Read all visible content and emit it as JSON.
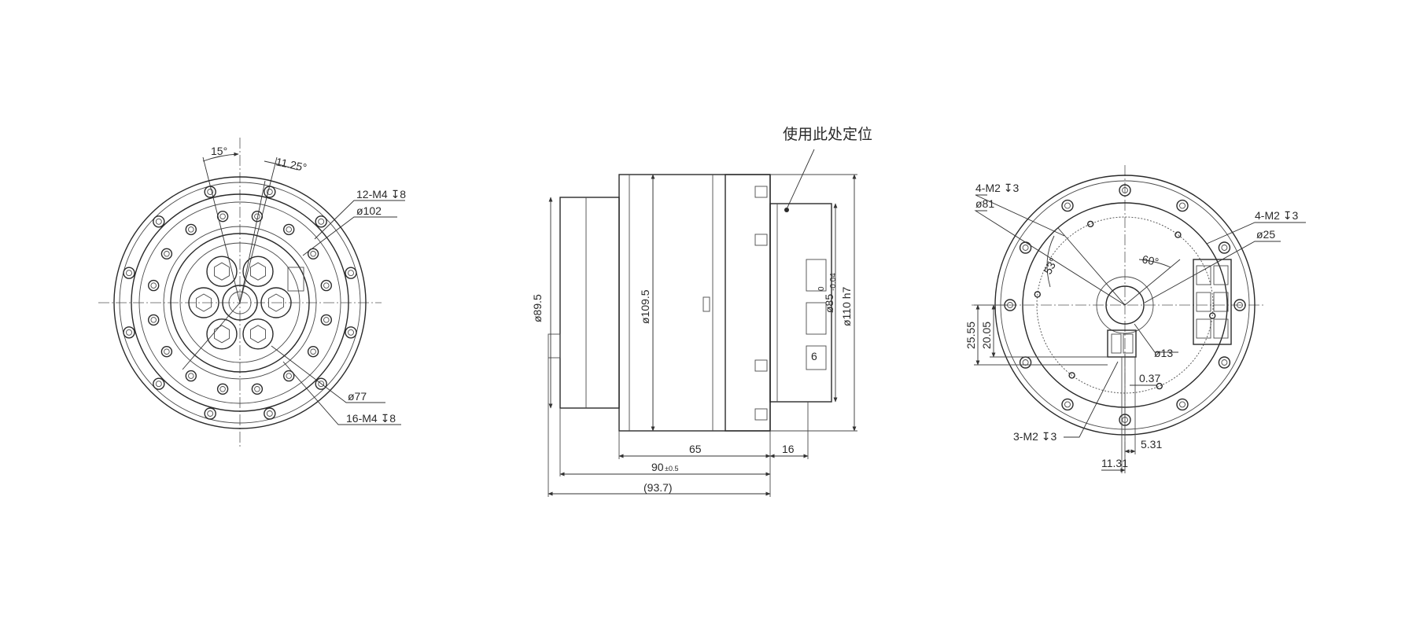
{
  "note_label": "使用此处定位",
  "front_view": {
    "angle_a": "15°",
    "angle_b": "11.25°",
    "thread_outer": "12-M4 ↧8",
    "dia_outer": "ø102",
    "dia_inner": "ø77",
    "thread_inner": "16-M4 ↧8"
  },
  "side_view": {
    "dia_left": "ø89.5",
    "dia_body": "ø109.5",
    "dia_pilot": "ø85",
    "dia_pilot_tol_upper": "0",
    "dia_pilot_tol_lower": "-0.04",
    "dia_flange": "ø110 h7",
    "dim_small": "6",
    "len_65": "65",
    "len_16": "16",
    "len_90": "90",
    "len_90_tol": "±0.5",
    "len_total": "(93.7)"
  },
  "rear_view": {
    "thread_a": "4-M2 ↧3",
    "dia_81": "ø81",
    "thread_b": "4-M2 ↧3",
    "dia_25": "ø25",
    "angle_53": "53°",
    "angle_60": "60°",
    "dim_2555": "25.55",
    "dim_2005": "20.05",
    "dia_13": "ø13",
    "dim_037": "0.37",
    "thread_c": "3-M2 ↧3",
    "dim_531": "5.31",
    "dim_1131": "11.31"
  }
}
